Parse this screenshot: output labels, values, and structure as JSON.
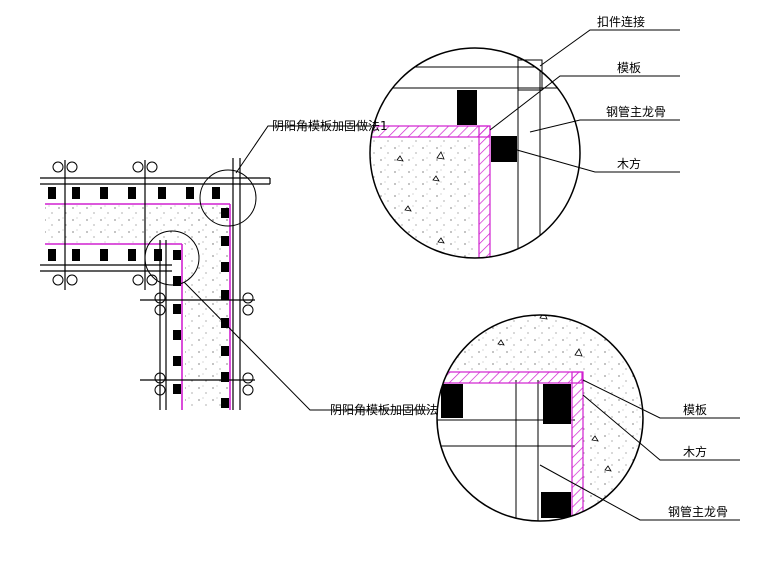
{
  "drawing": {
    "label_detail_outer": "阴阳角模板加固做法1",
    "label_detail_inner": "阴阳角模板加固做法"
  },
  "detail_top": {
    "label_clamp": "扣件连接",
    "label_formwork": "模板",
    "label_pipe": "钢管主龙骨",
    "label_timber": "木方"
  },
  "detail_bottom": {
    "label_formwork": "模板",
    "label_timber": "木方",
    "label_pipe": "钢管主龙骨"
  },
  "colors": {
    "line": "#000000",
    "formwork_hatch": "#d020d0",
    "timber": "#000000"
  }
}
